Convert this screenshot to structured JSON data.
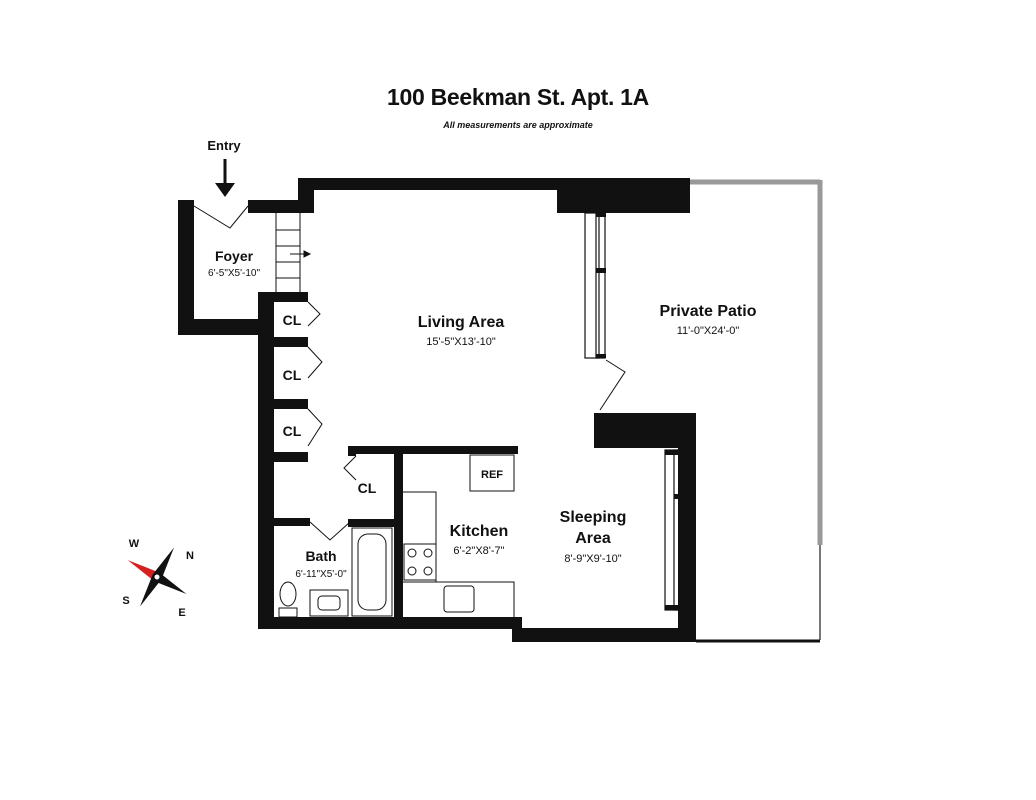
{
  "header": {
    "title": "100 Beekman St. Apt. 1A",
    "subtitle": "All measurements are approximate"
  },
  "entry_label": "Entry",
  "rooms": {
    "foyer": {
      "name": "Foyer",
      "dims": "6'-5\"X5'-10\""
    },
    "living": {
      "name": "Living Area",
      "dims": "15'-5\"X13'-10\""
    },
    "patio": {
      "name": "Private Patio",
      "dims": "11'-0\"X24'-0\""
    },
    "kitchen": {
      "name": "Kitchen",
      "dims": "6'-2\"X8'-7\""
    },
    "sleeping": {
      "name_line1": "Sleeping",
      "name_line2": "Area",
      "dims": "8'-9\"X9'-10\""
    },
    "bath": {
      "name": "Bath",
      "dims": "6'-11\"X5'-0\""
    }
  },
  "closets": {
    "label": "CL"
  },
  "fixtures": {
    "refrigerator": "REF"
  },
  "compass": {
    "n": "N",
    "s": "S",
    "e": "E",
    "w": "W"
  }
}
